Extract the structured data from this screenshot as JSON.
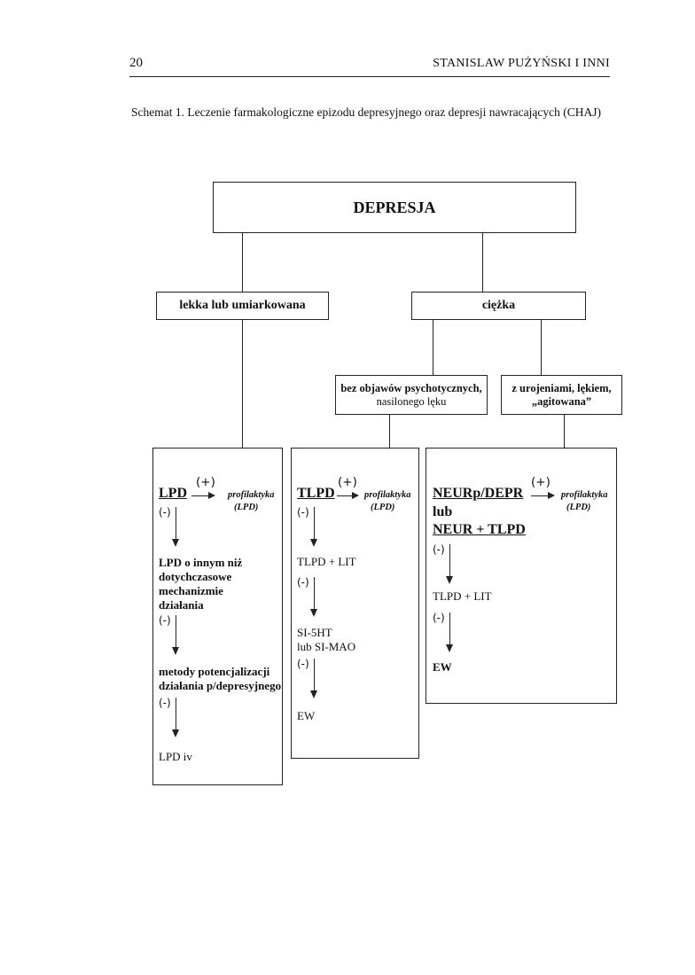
{
  "header": {
    "page_number": "20",
    "running_title": "STANISLAW  PUŻYŃSKI I INNI"
  },
  "caption": "Schemat 1. Leczenie farmakologiczne epizodu depresyjnego oraz depresji nawracających (CHAJ)",
  "diagram": {
    "root": "DEPRESJA",
    "mild": "lekka lub umiarkowana",
    "severe": "ciężka",
    "no_psychotic_l1": "bez objawów psychotycznych,",
    "no_psychotic_l2": "nasilonego lęku",
    "with_delusions_l1": "z urojeniami, lękiem,",
    "with_delusions_l2": "„agitowana”",
    "plus": "(+)",
    "minus": "(-)",
    "prophylaxis": "profilaktyka",
    "prophylaxis_sub": "(LPD)",
    "col1": {
      "head": "LPD",
      "step1_l1": "LPD o innym niż",
      "step1_l2": "dotychczasowe",
      "step1_l3": "mechanizmie",
      "step1_l4": "działania",
      "step2_l1": "metody potencjalizacji",
      "step2_l2": "działania p/depresyjnego",
      "step3": "LPD iv"
    },
    "col2": {
      "head": "TLPD",
      "step1": "TLPD + LIT",
      "step2_l1": "SI-5HT",
      "step2_l2": "lub SI-MAO",
      "step3": "EW"
    },
    "col3": {
      "head_l1": "NEURp/DEPR",
      "head_l2": "lub",
      "head_l3": "NEUR + TLPD",
      "step1": "TLPD + LIT",
      "step2": "EW"
    }
  }
}
